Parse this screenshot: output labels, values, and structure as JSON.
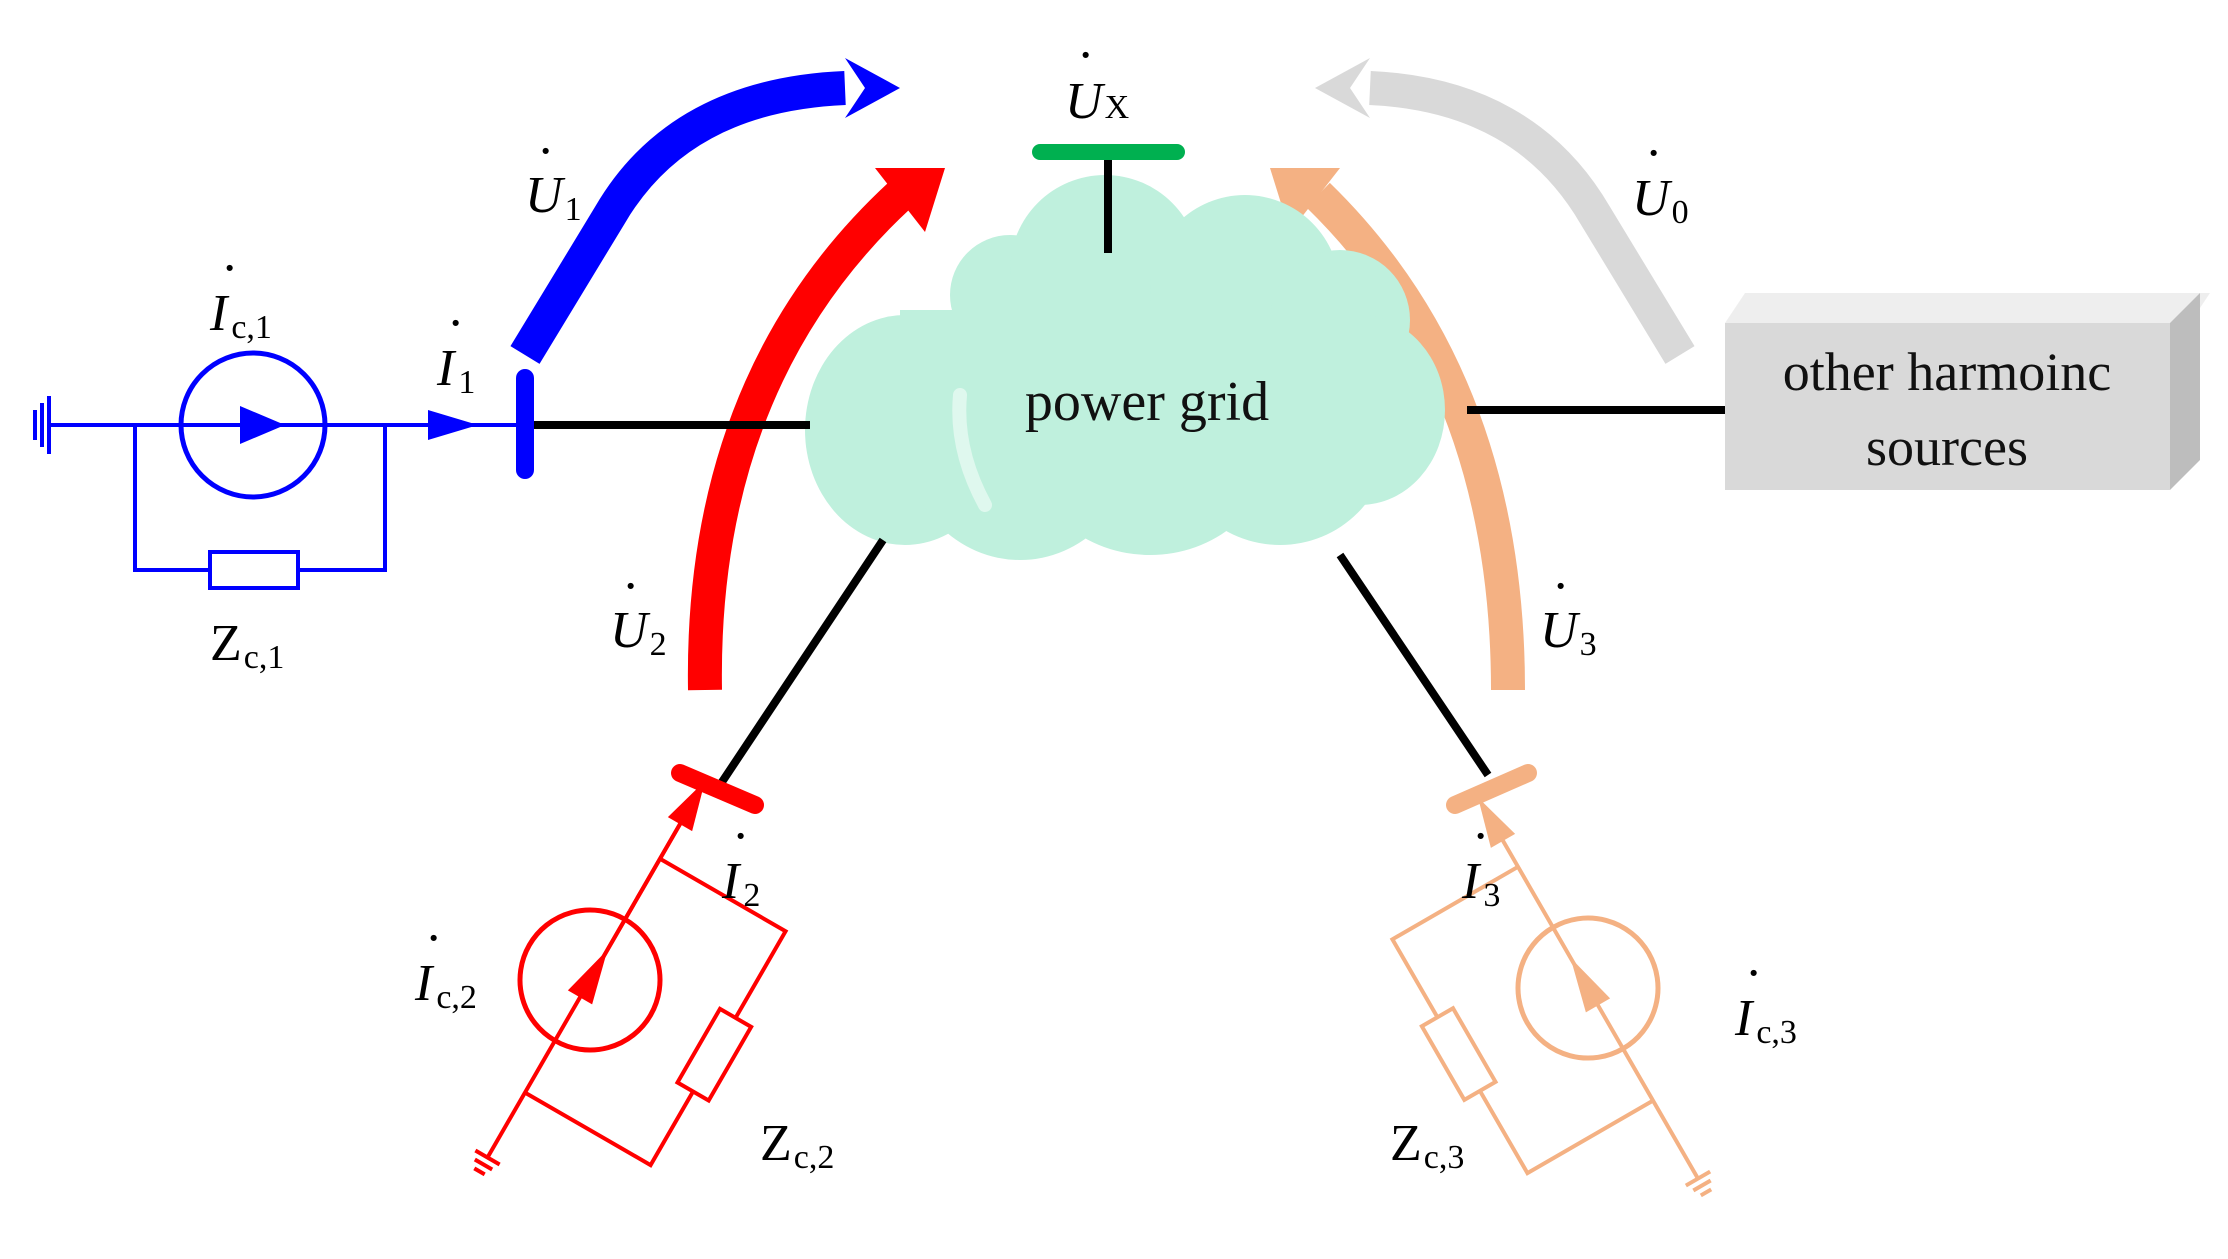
{
  "colors": {
    "blue": "#0000ff",
    "red": "#ff0000",
    "peach": "#f4b183",
    "grey_arrow": "#d9d9d9",
    "green_bus": "#00b050",
    "cloud": "#bff0dd",
    "box_fill": "#d9d9d9",
    "wire": "#000000"
  },
  "grid": {
    "label": "power grid"
  },
  "other_sources": {
    "line1": "other harmoinc",
    "line2": "sources"
  },
  "labels": {
    "ux": {
      "main": "U",
      "sub": "X"
    },
    "u0": {
      "main": "U",
      "sub": "0"
    },
    "u1": {
      "main": "U",
      "sub": "1"
    },
    "u2": {
      "main": "U",
      "sub": "2"
    },
    "u3": {
      "main": "U",
      "sub": "3"
    },
    "i1": {
      "main": "I",
      "sub": "1"
    },
    "i2": {
      "main": "I",
      "sub": "2"
    },
    "i3": {
      "main": "I",
      "sub": "3"
    },
    "ic1": {
      "main": "I",
      "sub": "c,1"
    },
    "ic2": {
      "main": "I",
      "sub": "c,2"
    },
    "ic3": {
      "main": "I",
      "sub": "c,3"
    },
    "zc1": {
      "main": "Z",
      "sub": "c,1"
    },
    "zc2": {
      "main": "Z",
      "sub": "c,2"
    },
    "zc3": {
      "main": "Z",
      "sub": "c,3"
    }
  }
}
